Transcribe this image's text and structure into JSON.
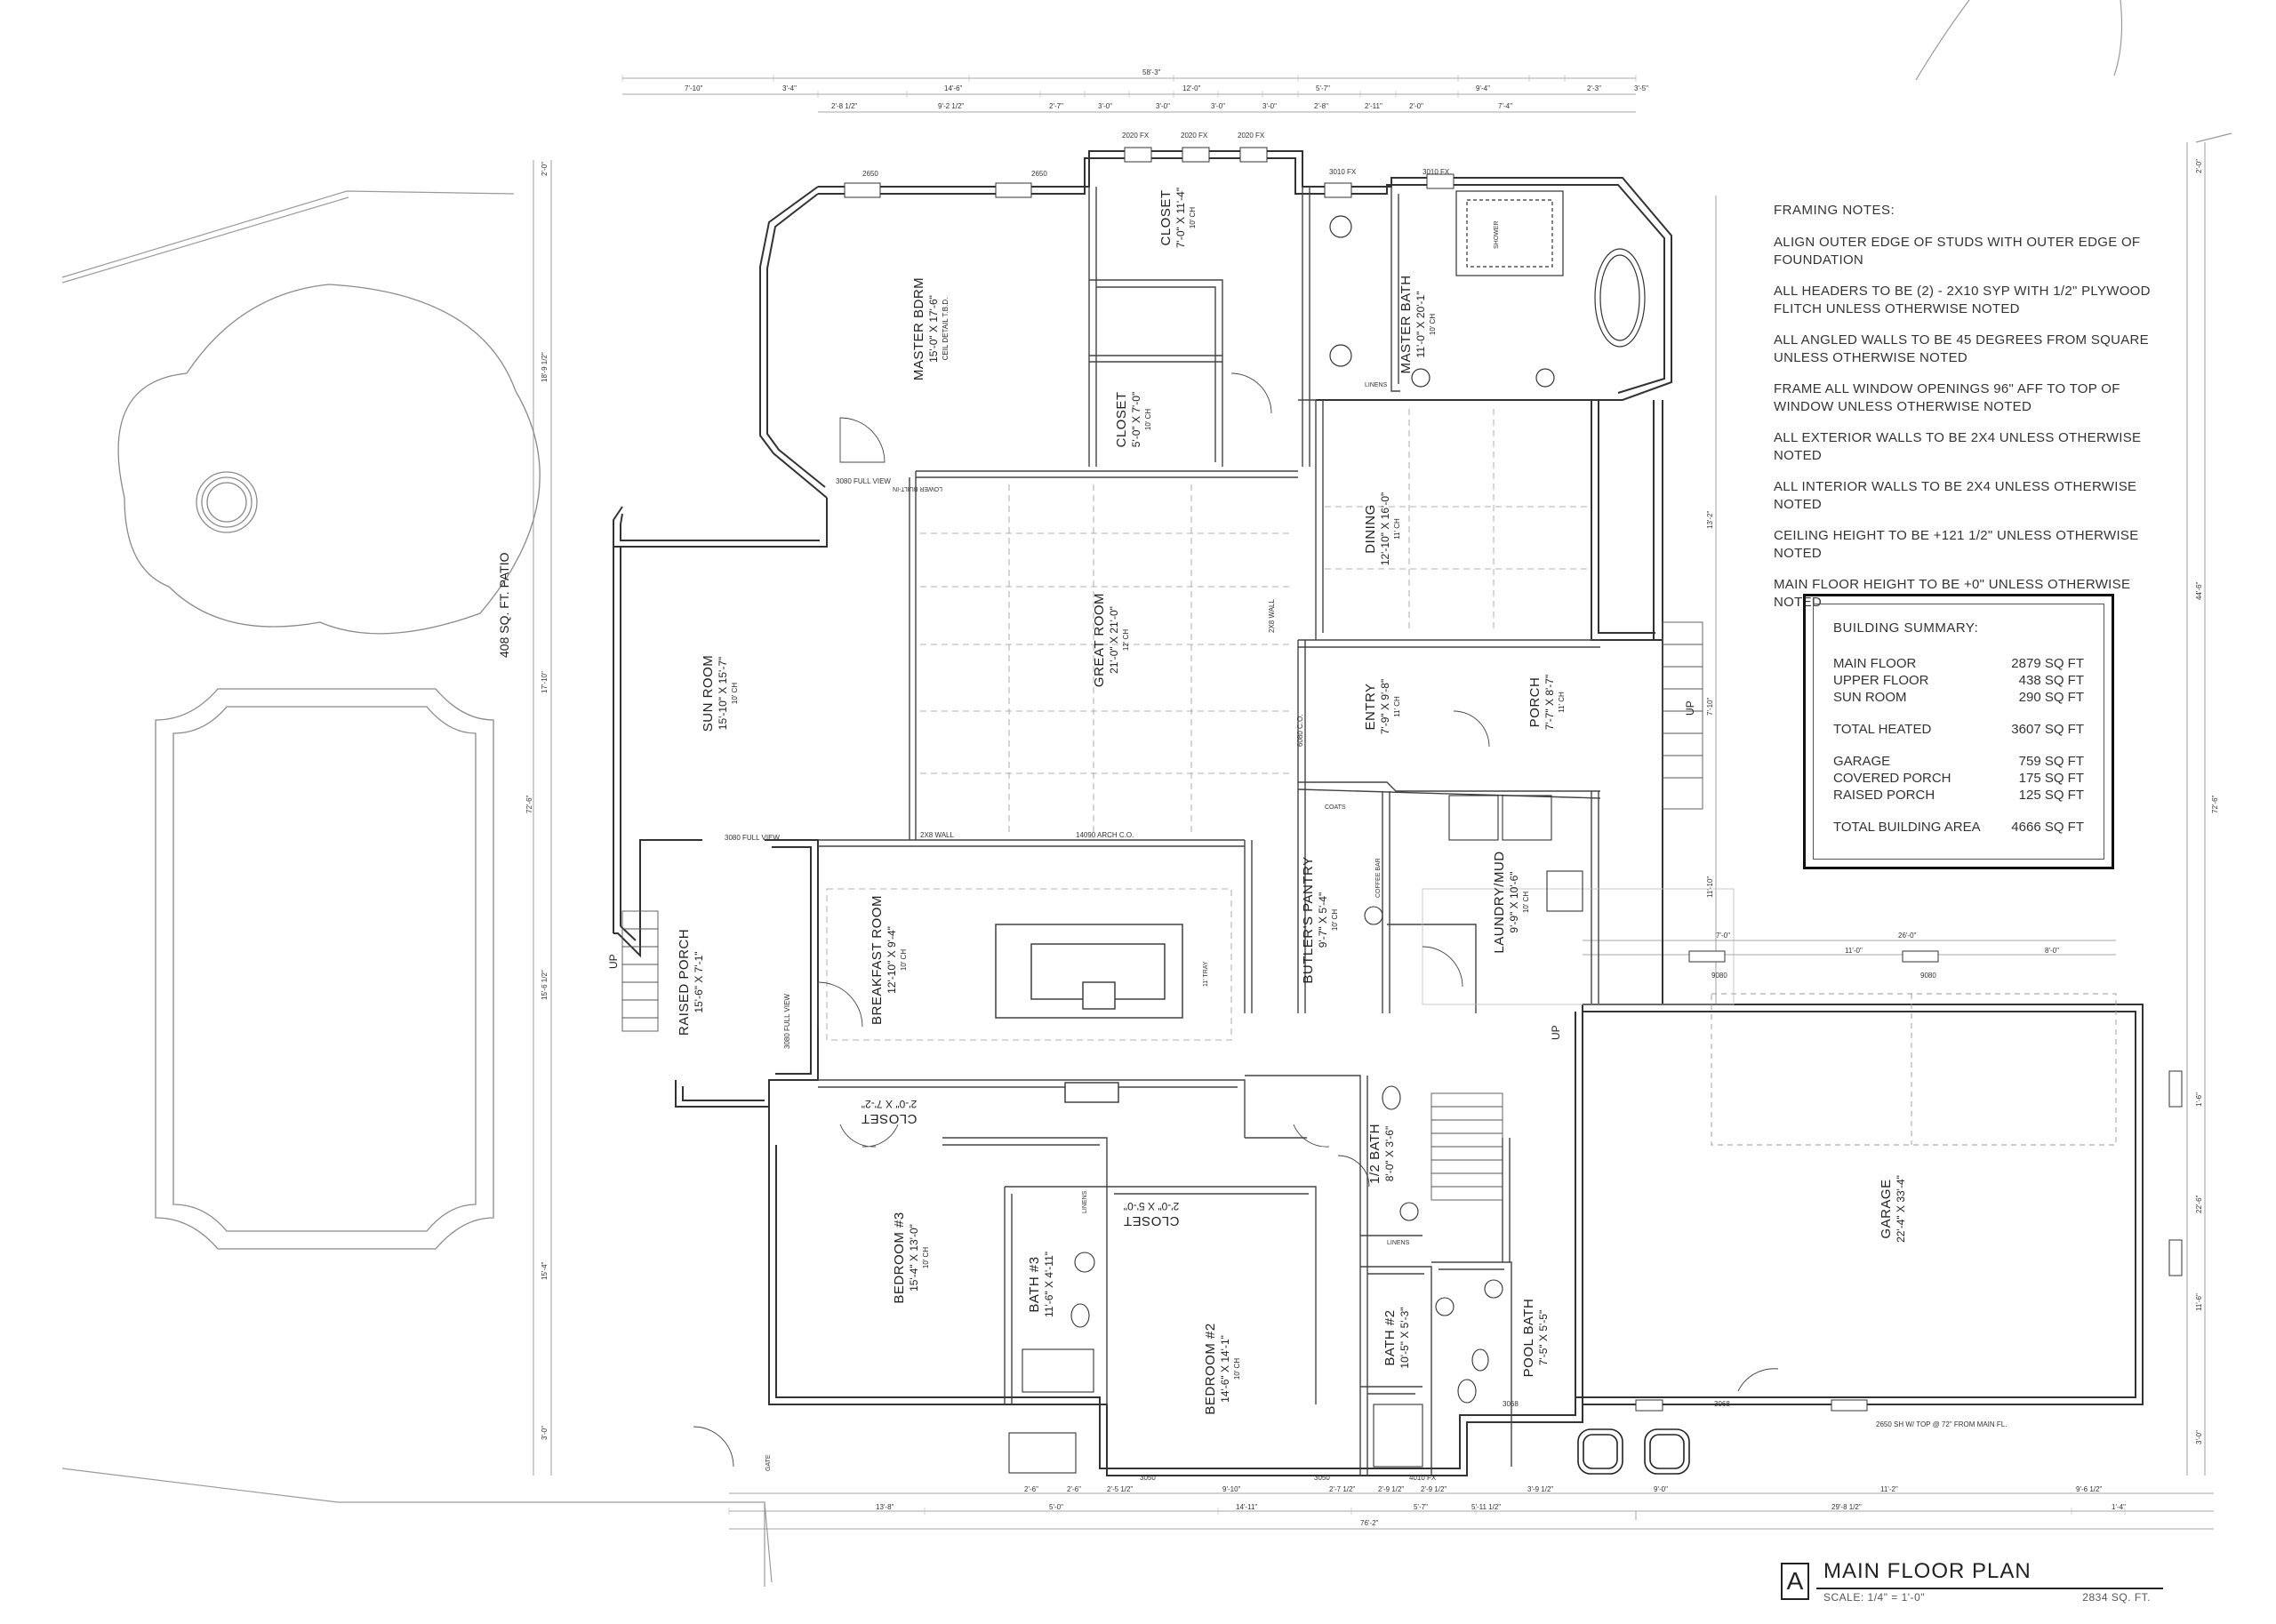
{
  "framing_notes": {
    "title": "FRAMING NOTES:",
    "items": [
      "ALIGN OUTER EDGE OF STUDS WITH OUTER EDGE OF FOUNDATION",
      "ALL HEADERS TO BE (2) - 2x10 SYP WITH 1/2\" PLYWOOD FLITCH UNLESS OTHERWISE NOTED",
      "ALL ANGLED WALLS TO BE 45 DEGREES FROM SQUARE UNLESS OTHERWISE NOTED",
      "FRAME ALL WINDOW OPENINGS 96\" AFF TO TOP OF WINDOW UNLESS OTHERWISE NOTED",
      "ALL EXTERIOR WALLS TO BE 2X4 UNLESS OTHERWISE NOTED",
      "ALL INTERIOR WALLS TO BE 2X4 UNLESS OTHERWISE NOTED",
      "CEILING HEIGHT TO BE +121 1/2\" UNLESS OTHERWISE NOTED",
      "MAIN FLOOR HEIGHT TO BE +0\" UNLESS OTHERWISE NOTED"
    ]
  },
  "building_summary": {
    "title": "BUILDING SUMMARY:",
    "group1": [
      {
        "label": "MAIN FLOOR",
        "value": "2879 SQ FT"
      },
      {
        "label": "UPPER FLOOR",
        "value": "438 SQ FT"
      },
      {
        "label": "SUN ROOM",
        "value": "290 SQ FT"
      }
    ],
    "total_heated": {
      "label": "TOTAL HEATED",
      "value": "3607 SQ FT"
    },
    "group2": [
      {
        "label": "GARAGE",
        "value": "759 SQ FT"
      },
      {
        "label": "COVERED PORCH",
        "value": "175 SQ FT"
      },
      {
        "label": "RAISED PORCH",
        "value": "125 SQ FT"
      }
    ],
    "total_area": {
      "label": "TOTAL BUILDING AREA",
      "value": "4666 SQ FT"
    }
  },
  "title_block": {
    "letter": "A",
    "title": "MAIN FLOOR PLAN",
    "scale": "SCALE:  1/4\" = 1'-0\"",
    "sqft": "2834 SQ. FT."
  },
  "patio_label": "408 SQ. FT. PATIO",
  "rooms": {
    "master_bdrm": {
      "name": "MASTER BDRM",
      "dims": "15'-0\" X 17'-6\"",
      "ceiling": "CEIL DETAIL T.B.D."
    },
    "closet_a": {
      "name": "CLOSET",
      "dims": "7'-0\" X 11'-4\"",
      "ceiling": "10' CH"
    },
    "closet_b": {
      "name": "CLOSET",
      "dims": "5'-0\" X 7'-0\"",
      "ceiling": "10' CH"
    },
    "master_bath": {
      "name": "MASTER BATH",
      "dims": "11'-0\" X 20'-1\"",
      "ceiling": "10' CH"
    },
    "dining": {
      "name": "DINING",
      "dims": "12'-10\" X 16'-0\"",
      "ceiling": "11' CH"
    },
    "great_room": {
      "name": "GREAT ROOM",
      "dims": "21'-0\" X 21'-0\"",
      "ceiling": "12' CH"
    },
    "sun_room": {
      "name": "SUN ROOM",
      "dims": "15'-10\" X 15'-7\"",
      "ceiling": "10' CH"
    },
    "entry": {
      "name": "ENTRY",
      "dims": "7'-9\" X 9'-8\"",
      "ceiling": "11' CH"
    },
    "porch": {
      "name": "PORCH",
      "dims": "7'-7\" X 8'-7\"",
      "ceiling": "11' CH"
    },
    "laundry": {
      "name": "LAUNDRY/MUD",
      "dims": "9'-9\" X 10'-6\"",
      "ceiling": "10' CH"
    },
    "butlers": {
      "name": "BUTLER'S PANTRY",
      "dims": "9'-7\" X 5'-4\"",
      "ceiling": "10' CH"
    },
    "breakfast": {
      "name": "BREAKFAST ROOM",
      "dims": "12'-10\" X 9'-4\"",
      "ceiling": "10' CH"
    },
    "raised_porch": {
      "name": "RAISED PORCH",
      "dims": "15'-6\" X 7'-1\"",
      "ceiling": ""
    },
    "closet_c": {
      "name": "CLOSET",
      "dims": "2'-0\" X 7'-2\"",
      "ceiling": ""
    },
    "half_bath": {
      "name": "1/2 BATH",
      "dims": "8'-0\" X 3'-6\"",
      "ceiling": ""
    },
    "bedroom3": {
      "name": "BEDROOM #3",
      "dims": "15'-4\" X 13'-0\"",
      "ceiling": "10' CH"
    },
    "bath3": {
      "name": "BATH #3",
      "dims": "11'-6\" X 4'-11\"",
      "ceiling": ""
    },
    "closet_d": {
      "name": "CLOSET",
      "dims": "2'-0\" X 5'-0\"",
      "ceiling": ""
    },
    "bedroom2": {
      "name": "BEDROOM #2",
      "dims": "14'-6\" X 14'-1\"",
      "ceiling": "10' CH"
    },
    "bath2": {
      "name": "BATH #2",
      "dims": "10'-5\" X 5'-3\"",
      "ceiling": ""
    },
    "pool_bath": {
      "name": "POOL BATH",
      "dims": "7'-5\" X 5'-5\"",
      "ceiling": ""
    },
    "garage": {
      "name": "GARAGE",
      "dims": "22'-4\" X 33'-4\"",
      "ceiling": ""
    }
  },
  "labels": {
    "coats": "COATS",
    "linens1": "LINENS",
    "linens2": "LINENS",
    "linens3": "LINENS",
    "up1": "UP",
    "up2": "UP",
    "up3": "UP",
    "gate": "GATE",
    "arch": "14090 ARCH C.O.",
    "wall_2x8_a": "2X8 WALL",
    "wall_2x8_b": "2X8 WALL",
    "full_view_1": "3080 FULL VIEW",
    "full_view_2": "3080 FULL VIEW",
    "full_view_3": "3080 FULL VIEW",
    "lower_builtin": "LOWER BUILT-IN",
    "tray": "11' TRAY",
    "coffee_bar": "COFFEE BAR",
    "shower": "SHOWER",
    "fx1": "2020 FX",
    "fx2": "2020 FX",
    "fx3": "2020 FX",
    "fx4": "3010 FX",
    "fx5": "3010 FX",
    "w2650a": "2650",
    "w2650b": "2650",
    "w9080a": "9080",
    "w9080b": "9080",
    "w3050a": "3050",
    "w3050b": "3050",
    "w4010": "4010 FX",
    "w3068a": "3068",
    "w3068b": "3068",
    "w2650_sh": "2650 SH W/ TOP @ 72\" FROM MAIN FL.",
    "w6080": "6080 C.O."
  },
  "dimensions": {
    "overall_top": "58'-3\"",
    "overall_bottom": "76'-2\"",
    "top1": [
      "7'-10\"",
      "3'-4\"",
      "14'-6\"",
      "12'-0\"",
      "5'-7\"",
      "9'-4\"",
      "2'-3\"",
      "3'-5\""
    ],
    "top2": [
      "2'-8 1/2\"",
      "9'-2 1/2\"",
      "2'-7\"",
      "3'-0\"",
      "3'-0\"",
      "3'-0\"",
      "3'-0\"",
      "2'-8\"",
      "2'-11\"",
      "2'-0\"",
      "7'-4\""
    ],
    "bottom1": [
      "13'-8\"",
      "5'-0\"",
      "14'-11\"",
      "5'-7\"",
      "5'-11 1/2\"",
      "29'-8 1/2\"",
      "1'-4\""
    ],
    "bottom2": [
      "2'-6\"",
      "2'-6\"",
      "2'-5 1/2\"",
      "9'-10\"",
      "2'-7 1/2\"",
      "2'-9 1/2\"",
      "2'-9 1/2\"",
      "3'-9 1/2\"",
      "9'-0\"",
      "11'-2\"",
      "9'-6 1/2\""
    ],
    "left": [
      "2'-0\"",
      "18'-9 1/2\"",
      "17'-10\"",
      "72'-6\"",
      "15'-6 1/2\"",
      "15'-4\"",
      "3'-0\""
    ],
    "right": [
      "2'-0\"",
      "44'-6\"",
      "13'-2\"",
      "7'-10\"",
      "11'-10\"",
      "72'-6\"",
      "1'-6\"",
      "22'-6\"",
      "11'-6\"",
      "3'-0\""
    ],
    "garage_top": [
      "7'-0\"",
      "11'-0\"",
      "26'-0\"",
      "8'-0\""
    ]
  }
}
